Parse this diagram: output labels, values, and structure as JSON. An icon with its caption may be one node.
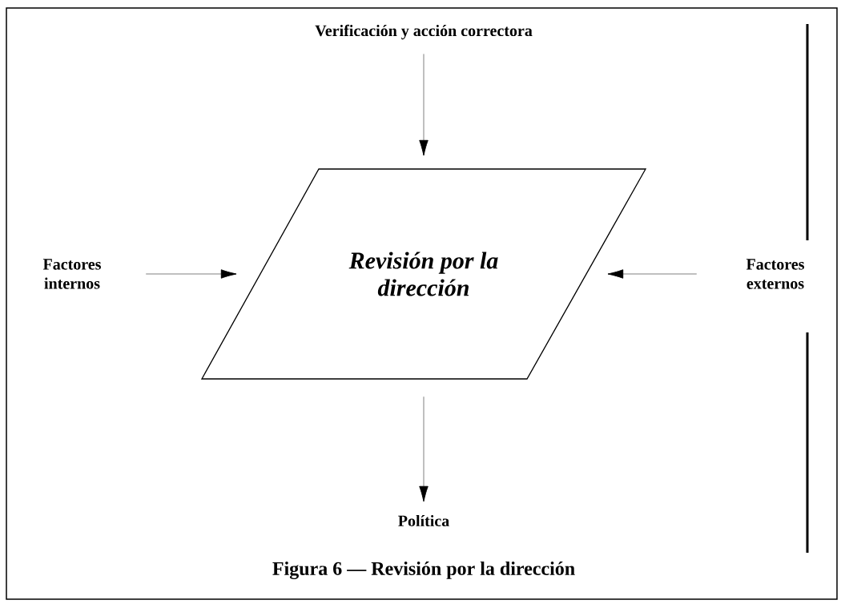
{
  "diagram": {
    "caption": "Figura 6 — Revisión por la dirección",
    "nodes": [
      {
        "text": [
          "Revisión por la dirección"
        ]
      },
      {
        "text": [
          "Verificación y acción correctora"
        ]
      },
      {
        "text": [
          "Factores internos"
        ]
      },
      {
        "text": [
          "Factores externos"
        ]
      },
      {
        "text": [
          "Política"
        ]
      }
    ],
    "edges": [
      {
        "from": 1,
        "to": 0,
        "arrow": "to"
      },
      {
        "from": 2,
        "to": 0,
        "arrow": "to"
      },
      {
        "from": 3,
        "to": 0,
        "arrow": "to"
      },
      {
        "from": 0,
        "to": 4,
        "arrow": "to"
      }
    ]
  }
}
